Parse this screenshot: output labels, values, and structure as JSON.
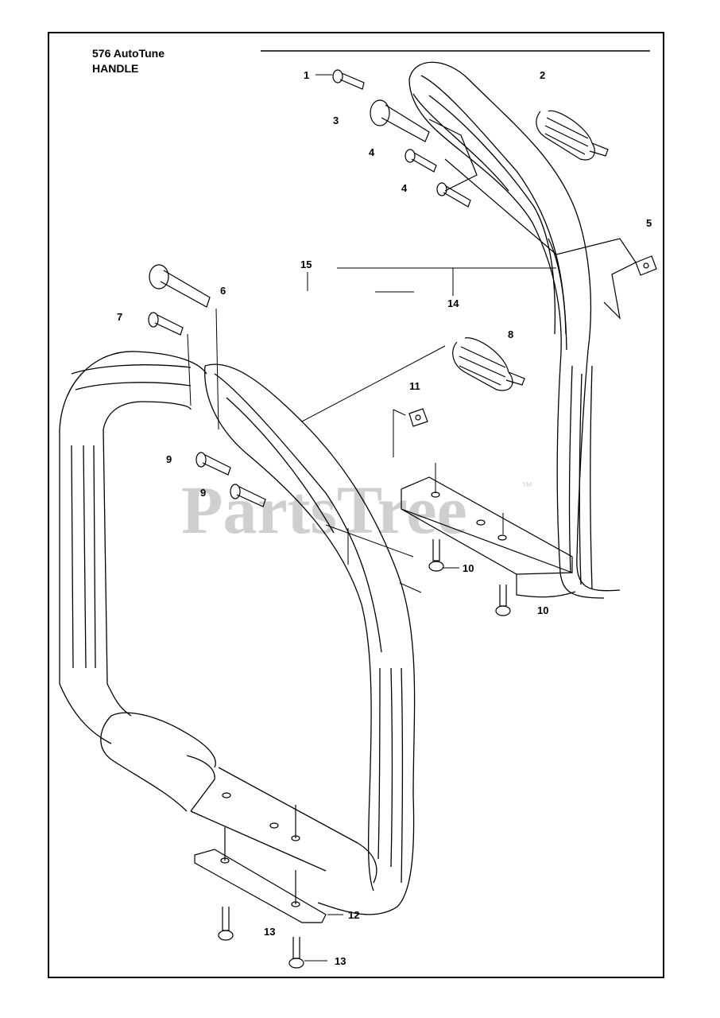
{
  "header": {
    "model": "576 AutoTune",
    "section": "HANDLE"
  },
  "watermark": {
    "text": "PartsTree",
    "trademark": "™"
  },
  "callouts": [
    "1",
    "2",
    "3",
    "4",
    "4",
    "5",
    "6",
    "7",
    "8",
    "9",
    "9",
    "10",
    "10",
    "11",
    "12",
    "13",
    "13",
    "14",
    "15"
  ],
  "colors": {
    "line": "#000000",
    "watermark": "#cfcfcf",
    "background": "#ffffff"
  }
}
